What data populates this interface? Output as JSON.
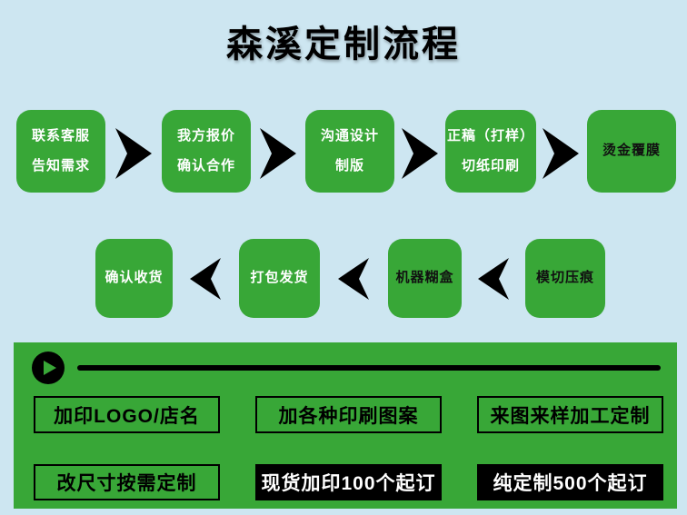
{
  "title": "森溪定制流程",
  "colors": {
    "background": "#cde6f1",
    "box_green": "#38a737",
    "banner_green": "#38a737",
    "arrow_black": "#000000",
    "white_text": "#ffffff",
    "black_text": "#111111"
  },
  "icons": {
    "play": "play-icon",
    "forward_arrow": "chevron-right-arrow",
    "backward_arrow": "chevron-left-arrow"
  },
  "flow_row1": [
    {
      "line1": "联系客服",
      "line2": "告知需求",
      "text_color": "white"
    },
    {
      "line1": "我方报价",
      "line2": "确认合作",
      "text_color": "white"
    },
    {
      "line1": "沟通设计",
      "line2": "制版",
      "text_color": "white"
    },
    {
      "line1": "正稿（打样）",
      "line2": "切纸印刷",
      "text_color": "white"
    },
    {
      "line1": "烫金覆膜",
      "line2": "",
      "text_color": "black"
    }
  ],
  "flow_row2": [
    {
      "label": "确认收货",
      "text_color": "white"
    },
    {
      "label": "打包发货",
      "text_color": "white"
    },
    {
      "label": "机器糊盒",
      "text_color": "black"
    },
    {
      "label": "模切压痕",
      "text_color": "black"
    }
  ],
  "banner": {
    "row1": [
      {
        "label": "加印LOGO/店名",
        "style": "outline"
      },
      {
        "label": "加各种印刷图案",
        "style": "outline"
      },
      {
        "label": "来图来样加工定制",
        "style": "outline"
      }
    ],
    "row2": [
      {
        "label": "改尺寸按需定制",
        "style": "outline"
      },
      {
        "label": "现货加印100个起订",
        "style": "solid-black"
      },
      {
        "label": "纯定制500个起订",
        "style": "solid-black"
      }
    ]
  }
}
